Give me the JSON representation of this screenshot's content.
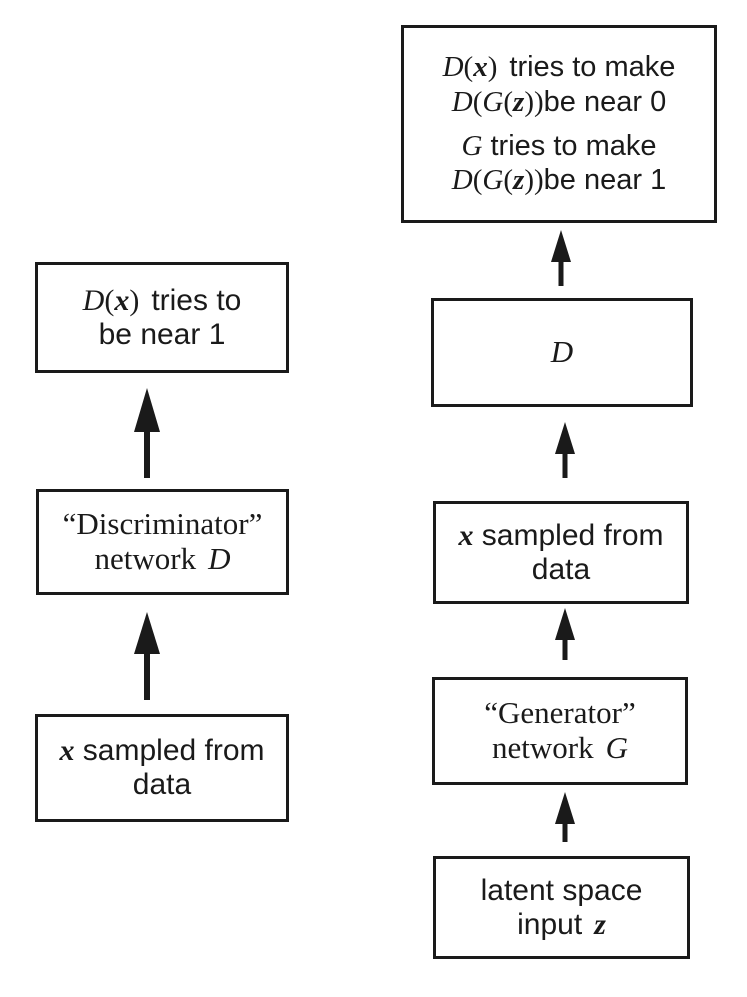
{
  "left": {
    "output_box": {
      "line1_suffix": "tries to",
      "line2": "be near 1"
    },
    "discriminator_box": {
      "line1": "“Discriminator”",
      "line2": "network",
      "symbol": "D"
    },
    "data_box": {
      "line1_suffix": "sampled from",
      "line2": "data"
    }
  },
  "right": {
    "objective_box": {
      "line1_suffix": "tries to make",
      "line2_suffix": "be near 0",
      "line3_suffix": "tries to make",
      "line4_suffix": "be near 1"
    },
    "d_box": {
      "symbol": "D"
    },
    "sample_box": {
      "line1_suffix": "sampled from",
      "line2": "data"
    },
    "generator_box": {
      "line1": "“Generator”",
      "line2": "network",
      "symbol": "G"
    },
    "latent_box": {
      "line1": "latent space",
      "line2": "input",
      "symbol": "z"
    }
  }
}
